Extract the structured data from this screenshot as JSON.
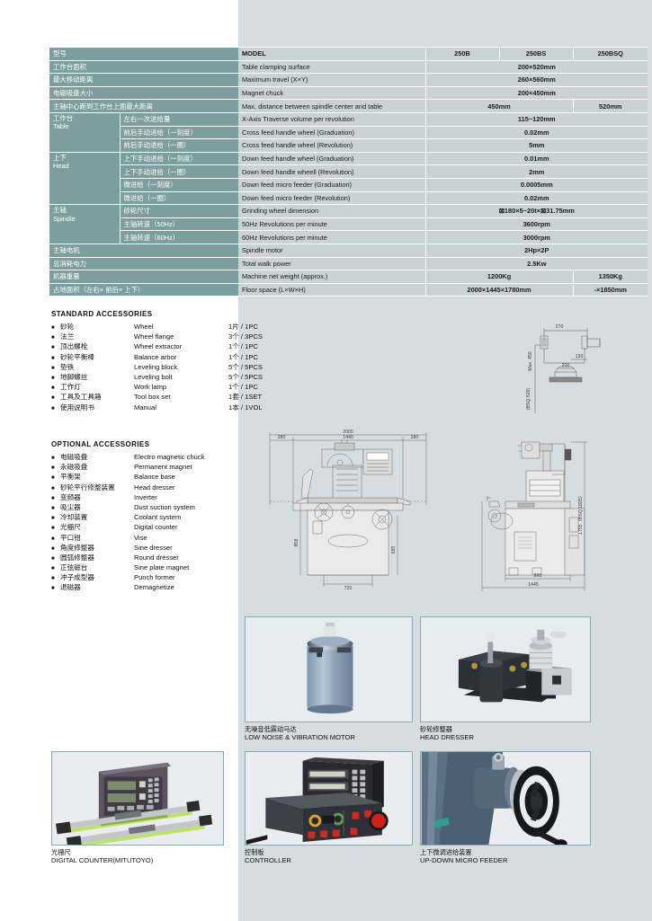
{
  "spec_table": {
    "model_header": {
      "cn": "型号",
      "en": "MODEL",
      "models": [
        "250B",
        "250BS",
        "250BSQ"
      ]
    },
    "rows": [
      {
        "cn": "工作台面积",
        "en": "Table clamping surface",
        "value": "200×520mm",
        "span": 3
      },
      {
        "cn": "最大移动距离",
        "en": "Maximum travel (X×Y)",
        "value": "260×560mm",
        "span": 3
      },
      {
        "cn": "电磁吸盘大小",
        "en": "Magnet chuck",
        "value": "200×450mm",
        "span": 3
      },
      {
        "cn": "主轴中心距到工作台上面最大距离",
        "en": "Max. distance between spindle center and table",
        "values": [
          "450mm",
          "520mm"
        ],
        "spans": [
          2,
          1
        ]
      },
      {
        "group_cn": "工作台",
        "group_en": "Table",
        "group_rows": 3,
        "sub_cn": "左右一次进给量",
        "en": "X-Axis Traverse volume per revolution",
        "value": "115~120mm",
        "span": 3
      },
      {
        "sub_cn": "前后手动进给（一刻度）",
        "en": "Cross feed handle wheel (Graduation)",
        "value": "0.02mm",
        "span": 3
      },
      {
        "sub_cn": "前后手动进给（一圈）",
        "en": "Cross feed handle wheel (Revolution)",
        "value": "5mm",
        "span": 3
      },
      {
        "group_cn": "上下",
        "group_en": "Head",
        "group_rows": 4,
        "sub_cn": "上下手动进给（一刻度）",
        "en": "Down feed handle wheel (Graduation)",
        "value": "0.01mm",
        "span": 3
      },
      {
        "sub_cn": "上下手动进给（一圈）",
        "en": "Down feed handle wheell (Revolution)",
        "value": "2mm",
        "span": 3
      },
      {
        "sub_cn": "微进给（一刻度）",
        "en": "Down feed micro feeder (Graduation)",
        "value": "0.0005mm",
        "span": 3
      },
      {
        "sub_cn": "微进给（一圈）",
        "en": "Down feed micro feeder (Revolution)",
        "value": "0.02mm",
        "span": 3
      },
      {
        "group_cn": "主轴",
        "group_en": "Spindle",
        "group_rows": 3,
        "sub_cn": "砂轮尺寸",
        "en": "Grinding wheel dimension",
        "value": "⊠180×5~20t×⊠31.75mm",
        "span": 3
      },
      {
        "sub_cn": "主轴转速（50Hz）",
        "en": "50Hz Revolutions per minute",
        "value": "3600rpm",
        "span": 3
      },
      {
        "sub_cn": "主轴转速（60Hz）",
        "en": "60Hz Revolutions per minute",
        "value": "3000rpm",
        "span": 3
      },
      {
        "cn": "主轴电机",
        "en": "Spindle motor",
        "value": "2Hp×2P",
        "span": 3
      },
      {
        "cn": "总消耗电力",
        "en": "Total walk power",
        "value": "2.5Kw",
        "span": 3
      },
      {
        "cn": "机器重量",
        "en": "Machine net weight (approx.)",
        "values": [
          "1200Kg",
          "1350Kg"
        ],
        "spans": [
          2,
          1
        ]
      },
      {
        "cn": "占地面积（左右× 前后× 上下）",
        "en": "Floor space (L×W×H)",
        "values": [
          "2000×1445×1780mm",
          "-×1850mm"
        ],
        "spans": [
          2,
          1
        ]
      }
    ]
  },
  "standard_accessories": {
    "title": "STANDARD ACCESSORIES",
    "items": [
      {
        "cn": "砂轮",
        "en": "Wheel",
        "qty": "1片 / 1PC"
      },
      {
        "cn": "法兰",
        "en": "Wheel flange",
        "qty": "3个 / 3PCS"
      },
      {
        "cn": "顶出螺栓",
        "en": "Wheel extractor",
        "qty": "1个 / 1PC"
      },
      {
        "cn": "砂轮平衡棒",
        "en": "Balance arbor",
        "qty": "1个 / 1PC"
      },
      {
        "cn": "垫铁",
        "en": "Leveling block",
        "qty": "5个 / 5PCS"
      },
      {
        "cn": "地脚螺丝",
        "en": "Leveling bolt",
        "qty": "5个 / 5PCS"
      },
      {
        "cn": "工作灯",
        "en": "Work lamp",
        "qty": "1个 / 1PC"
      },
      {
        "cn": "工具及工具箱",
        "en": "Tool box set",
        "qty": "1套 / 1SET"
      },
      {
        "cn": "使用说明书",
        "en": "Manual",
        "qty": "1本 / 1VOL"
      }
    ]
  },
  "optional_accessories": {
    "title": "OPTIONAL ACCESSORIES",
    "items": [
      {
        "cn": "电磁吸盘",
        "en": "Electro magnetic chuck"
      },
      {
        "cn": "永磁吸盘",
        "en": "Permanent magnet"
      },
      {
        "cn": "平衡架",
        "en": "Balance base"
      },
      {
        "cn": "砂轮平行修整装置",
        "en": "Head dresser"
      },
      {
        "cn": "变频器",
        "en": "Inverter"
      },
      {
        "cn": "吸尘器",
        "en": "Dust suction system"
      },
      {
        "cn": "冷却装置",
        "en": "Coolant system"
      },
      {
        "cn": "光栅尺",
        "en": "Digital counter"
      },
      {
        "cn": "平口钳",
        "en": "Vise"
      },
      {
        "cn": "角度修整器",
        "en": "Sine dresser"
      },
      {
        "cn": "圆弧修整器",
        "en": "Round dresser"
      },
      {
        "cn": "正弦磁台",
        "en": "Sine plate magnet"
      },
      {
        "cn": "冲子成型器",
        "en": "Punch former"
      },
      {
        "cn": "退磁器",
        "en": "Demagnetize"
      }
    ]
  },
  "drawings": {
    "detail_view": {
      "dims": [
        "270",
        "130",
        "200"
      ],
      "vertical_label": "Max. 450",
      "vertical_label2": "BSQ 520"
    },
    "front_view": {
      "dim_total": "2000",
      "dim_inner": "1440",
      "dim_left": "280",
      "dim_right": "280",
      "dim_height": "858",
      "dim_height2": "695",
      "dim_base": "720"
    },
    "side_view": {
      "dim_height": "1755（BSQ 1825）",
      "dim_width": "995",
      "dim_base": "1445"
    }
  },
  "photos": [
    {
      "id": "motor",
      "cn": "无噪音低震动马达",
      "en": "LOW NOISE & VIBRATION MOTOR"
    },
    {
      "id": "head-dresser",
      "cn": "砂轮修整器",
      "en": "HEAD DRESSER"
    },
    {
      "id": "digital-counter",
      "cn": "光栅尺",
      "en": "DIGITAL COUNTER(MITUTOYO)"
    },
    {
      "id": "controller",
      "cn": "控制板",
      "en": "CONTROLLER"
    },
    {
      "id": "micro-feeder",
      "cn": "上下微调进给装置",
      "en": "UP-DOWN MICRO FEEDER"
    }
  ],
  "colors": {
    "teal": "#7d9e9e",
    "panel_grey": "#d5dde0",
    "cell_grey": "#c9d3d6",
    "frame_border": "#8fa8ae"
  }
}
